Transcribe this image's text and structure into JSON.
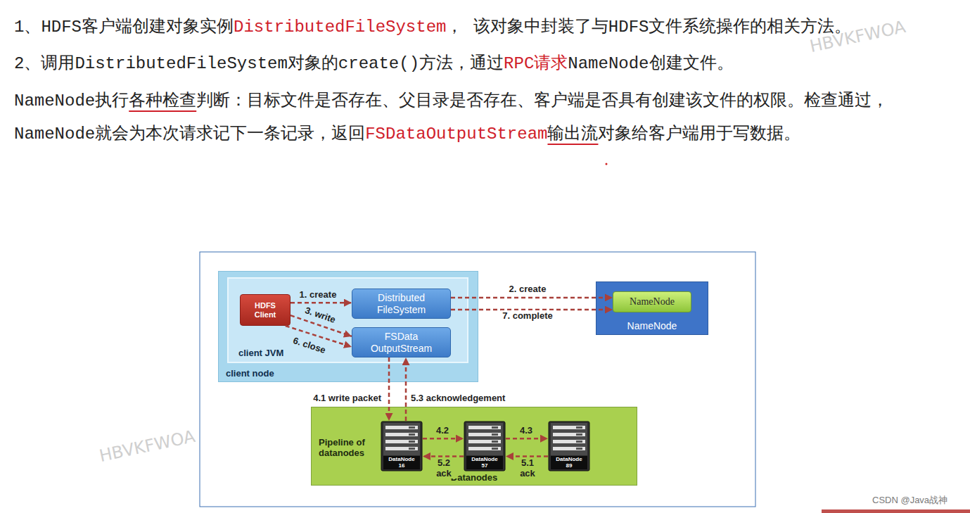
{
  "diagram": {
    "nodes": [
      {
        "text": [
          "client node"
        ]
      },
      {
        "text": [
          "client JVM"
        ],
        "in": 0
      },
      {
        "text": [
          "HDFS Client"
        ],
        "in": 1
      },
      {
        "text": [
          "Distributed FileSystem"
        ],
        "in": 1
      },
      {
        "text": [
          "FSData OutputStream"
        ],
        "in": 1
      },
      {
        "text": [
          "NameNode"
        ]
      },
      {
        "text": [
          "NameNode"
        ],
        "in": 5
      },
      {
        "text": [
          "Pipeline of datanodes",
          "Datanodes"
        ]
      },
      {
        "text": [
          "DataNode 16"
        ],
        "in": 7
      },
      {
        "text": [
          "DataNode 57"
        ],
        "in": 7
      },
      {
        "text": [
          "DataNode 89"
        ],
        "in": 7
      }
    ],
    "edges": [
      {
        "from": 2,
        "to": 3,
        "label": "1. create",
        "arrow": "to"
      },
      {
        "from": 2,
        "to": 4,
        "label": "3. write",
        "arrow": "to"
      },
      {
        "from": 2,
        "to": 4,
        "label": "6. close",
        "arrow": "to"
      },
      {
        "from": 3,
        "to": 6,
        "label": "2. create",
        "arrow": "to"
      },
      {
        "from": 3,
        "to": 6,
        "label": "7. complete",
        "arrow": "to"
      },
      {
        "from": 4,
        "to": 8,
        "label": "4.1 write packet",
        "arrow": "to"
      },
      {
        "from": 8,
        "to": 4,
        "label": "5.3 acknowledgement",
        "arrow": "to"
      },
      {
        "from": 8,
        "to": 9,
        "label": "4.2",
        "arrow": "to"
      },
      {
        "from": 9,
        "to": 10,
        "label": "4.3",
        "arrow": "to"
      },
      {
        "from": 10,
        "to": 9,
        "label": "5.1 ack",
        "arrow": "to"
      },
      {
        "from": 9,
        "to": 8,
        "label": "5.2 ack",
        "arrow": "to"
      }
    ],
    "labels": [
      "1、HDFS客户端创建对象实例",
      "DistributedFileSystem",
      "， 该对象中封装了与HDFS文件系统操作的相关方法。",
      "2、调用DistributedFileSystem对象的create()方法，通过",
      "RPC请求",
      "NameNode创建文件。",
      "NameNode执行",
      "各种检查",
      "判断：目标文件是否存在、父目录是否存在、客户端是否具有创建该文件的权限。检查通过，NameNode就会为本次请求记下一条记录，返回",
      "FSDataOutputStream",
      "输出流",
      "对象给客户端用于写数据。",
      "HBVKFWOA",
      "HBVKFWOA",
      "CSDN @Java战神"
    ]
  }
}
